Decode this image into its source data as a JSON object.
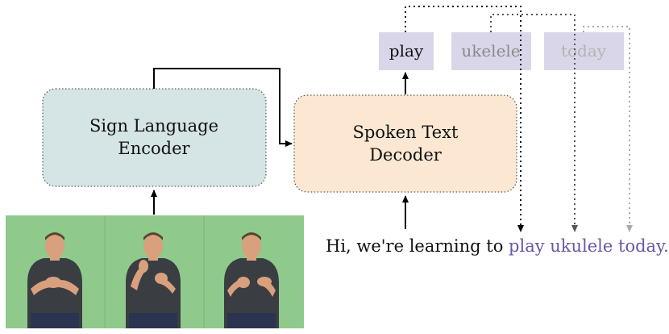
{
  "encoder": {
    "line1": "Sign Language",
    "line2": "Encoder",
    "fill": "#d5e4e5"
  },
  "decoder": {
    "line1": "Spoken Text",
    "line2": "Decoder",
    "fill": "#fce8d2"
  },
  "tokens": [
    {
      "label": "play",
      "color": "#111111"
    },
    {
      "label": "ukelele",
      "color": "#8a8a8a"
    },
    {
      "label": "today",
      "color": "#b3b3b3"
    }
  ],
  "token_fill": "#dad6ea",
  "sentence": {
    "prefix": "Hi, we're learning to ",
    "highlight": "play ukulele today.",
    "highlight_color": "#6a56a8"
  },
  "video": {
    "background": "#8fc98c",
    "frame_count": 3
  }
}
